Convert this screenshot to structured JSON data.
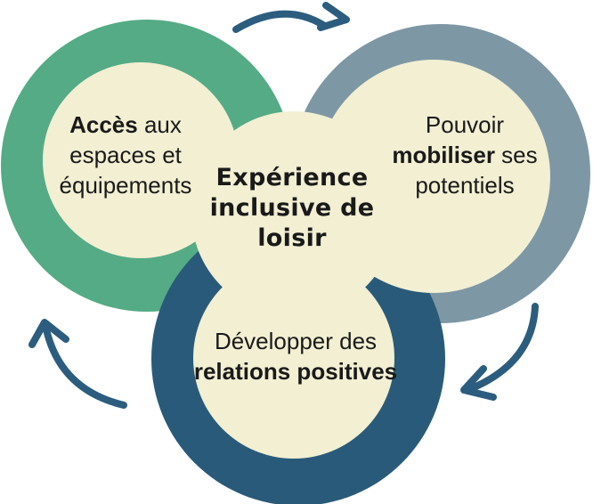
{
  "colors": {
    "green": "#54ab85",
    "slate": "#7e97a5",
    "navy": "#2a5a79",
    "cream": "#f2efd3",
    "arrow": "#2c5d7f",
    "text": "#1a1a1a",
    "background": "#ffffff"
  },
  "center_circle": {
    "line1": "Expérience",
    "line2": "inclusive de",
    "line3": "loisir"
  },
  "left_circle": {
    "line1_bold": "Accès",
    "line1_rest": " aux",
    "line2": "espaces et",
    "line3": "équipements"
  },
  "right_circle": {
    "line1": "Pouvoir",
    "line2_bold": "mobiliser",
    "line2_rest": " ses",
    "line3": "potentiels"
  },
  "bottom_circle": {
    "line1": "Développer des",
    "line2_bold": "relations positives"
  },
  "icons": {
    "top_arrow": "curved-arrow-clockwise-top",
    "right_arrow": "curved-arrow-clockwise-right",
    "left_arrow": "curved-arrow-clockwise-left"
  }
}
